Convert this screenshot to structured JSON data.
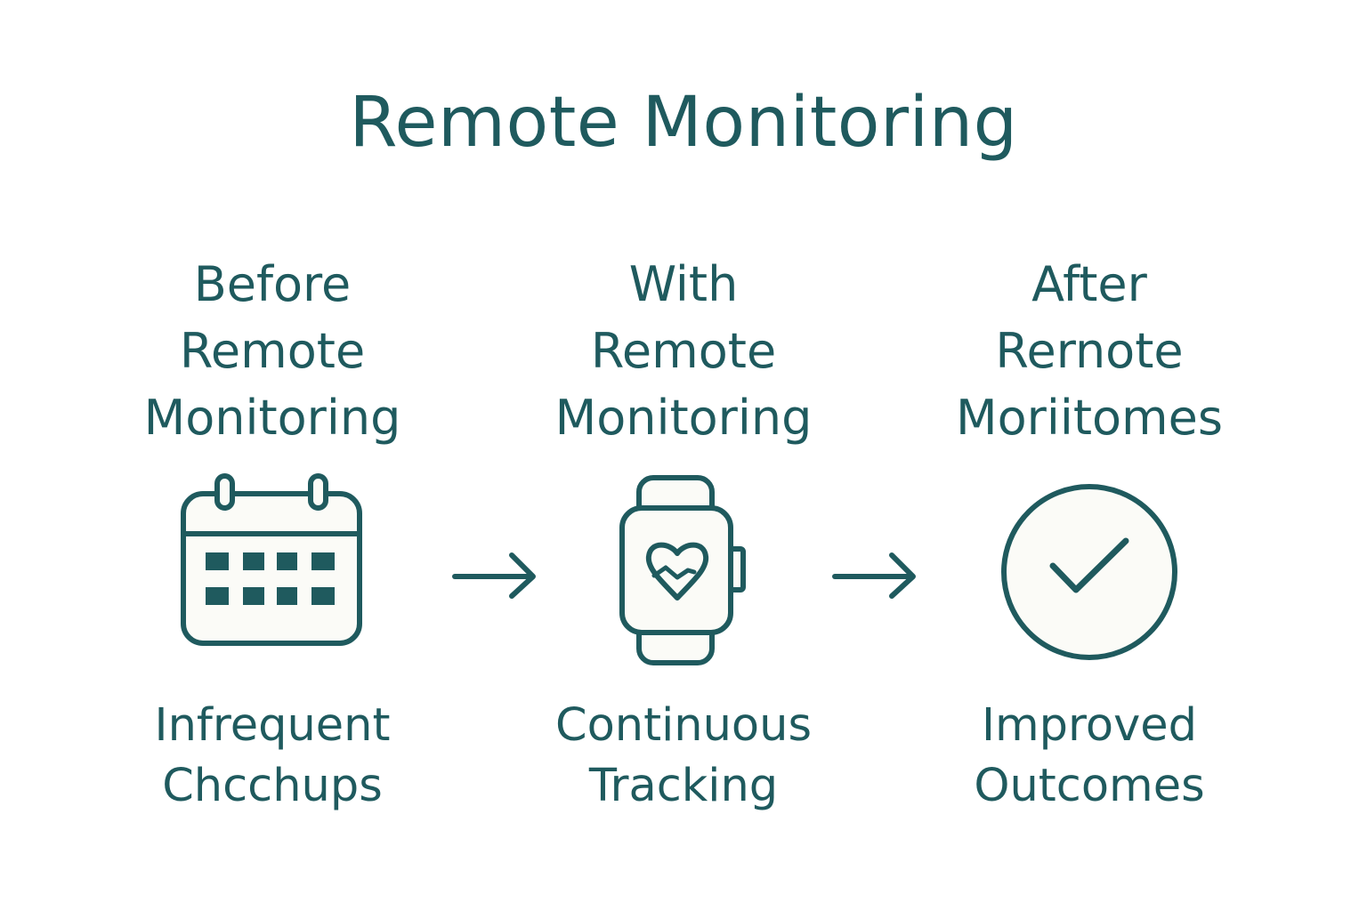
{
  "title": "Remote Monitoring",
  "colors": {
    "primary": "#1f5a5e",
    "icon_fill": "#fbfbf7",
    "background": "#ffffff"
  },
  "stages": [
    {
      "heading_lines": [
        "Before",
        "Remote",
        "Monitoring"
      ],
      "icon": "calendar-icon",
      "caption_lines": [
        "Infrequent",
        "Chcchups"
      ]
    },
    {
      "heading_lines": [
        "With",
        "Remote",
        "Monitoring"
      ],
      "icon": "smartwatch-heart-icon",
      "caption_lines": [
        "Continuous",
        "Tracking"
      ]
    },
    {
      "heading_lines": [
        "After",
        "Rernote",
        "Moriitomes"
      ],
      "icon": "check-circle-icon",
      "caption_lines": [
        "Improved",
        "Outcomes"
      ]
    }
  ],
  "connectors": [
    "arrow-right-icon",
    "arrow-right-icon"
  ]
}
